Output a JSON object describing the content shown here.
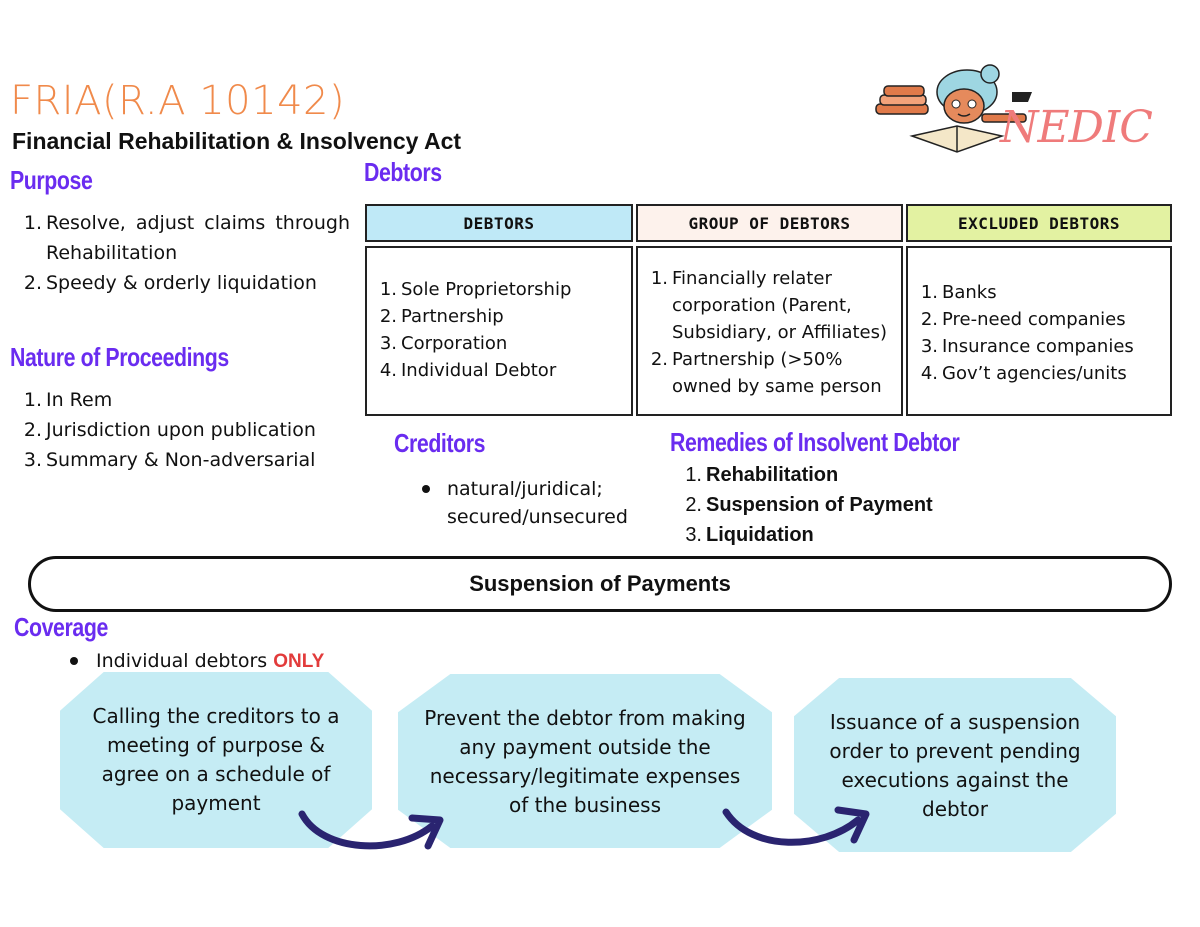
{
  "header": {
    "title": "FRIA(R.A 10142)",
    "subtitle": "Financial Rehabilitation & Insolvency Act",
    "logo_text": "NEDIC"
  },
  "purpose": {
    "heading": "Purpose",
    "items": [
      {
        "num": "1.",
        "text": "Resolve, adjust claims through Rehabilitation"
      },
      {
        "num": "2.",
        "text": "Speedy & orderly liquidation"
      }
    ]
  },
  "nature": {
    "heading": "Nature of Proceedings",
    "items": [
      {
        "num": "1.",
        "text": "In Rem"
      },
      {
        "num": "2.",
        "text": "Jurisdiction upon publication"
      },
      {
        "num": "3.",
        "text": "Summary & Non-adversarial"
      }
    ]
  },
  "debtors": {
    "heading": "Debtors",
    "columns": [
      {
        "header": "DEBTORS",
        "color": "#bfe9f7",
        "items": [
          {
            "num": "1.",
            "text": "Sole Proprietorship"
          },
          {
            "num": "2.",
            "text": "Partnership"
          },
          {
            "num": "3.",
            "text": "Corporation"
          },
          {
            "num": "4.",
            "text": "Individual Debtor"
          }
        ]
      },
      {
        "header": "GROUP OF DEBTORS",
        "color": "#fdf2ec",
        "items": [
          {
            "num": "1.",
            "text": "Financially relater corporation (Parent, Subsidiary, or Affiliates)"
          },
          {
            "num": "2.",
            "text": "Partnership (>50% owned by same person"
          }
        ]
      },
      {
        "header": "EXCLUDED DEBTORS",
        "color": "#e3f2a2",
        "items": [
          {
            "num": "1.",
            "text": "Banks"
          },
          {
            "num": "2.",
            "text": "Pre-need companies"
          },
          {
            "num": "3.",
            "text": "Insurance companies"
          },
          {
            "num": "4.",
            "text": "Gov’t agencies/units"
          }
        ]
      }
    ]
  },
  "creditors": {
    "heading": "Creditors",
    "bullet": "natural/juridical; secured/unsecured"
  },
  "remedies": {
    "heading": "Remedies of Insolvent Debtor",
    "items": [
      {
        "num": "1.",
        "text": "Rehabilitation"
      },
      {
        "num": "2.",
        "text": "Suspension of Payment"
      },
      {
        "num": "3.",
        "text": "Liquidation"
      }
    ]
  },
  "suspension": {
    "bar_label": "Suspension of Payments",
    "coverage_heading": "Coverage",
    "coverage_text": "Individual debtors",
    "coverage_emphasis": "ONLY",
    "emphasis_color": "#e23b3b",
    "steps": [
      {
        "text": "Calling the creditors to a meeting of purpose & agree on a schedule of payment"
      },
      {
        "text": "Prevent the debtor from making any payment outside the necessary/legitimate expenses of the business"
      },
      {
        "text": "Issuance of a suspension order to prevent pending executions against the debtor"
      }
    ]
  },
  "colors": {
    "heading": "#6a2cf0",
    "title": "#f08a4b",
    "step_fill": "#c5ecf4",
    "arrow": "#2a2470"
  }
}
